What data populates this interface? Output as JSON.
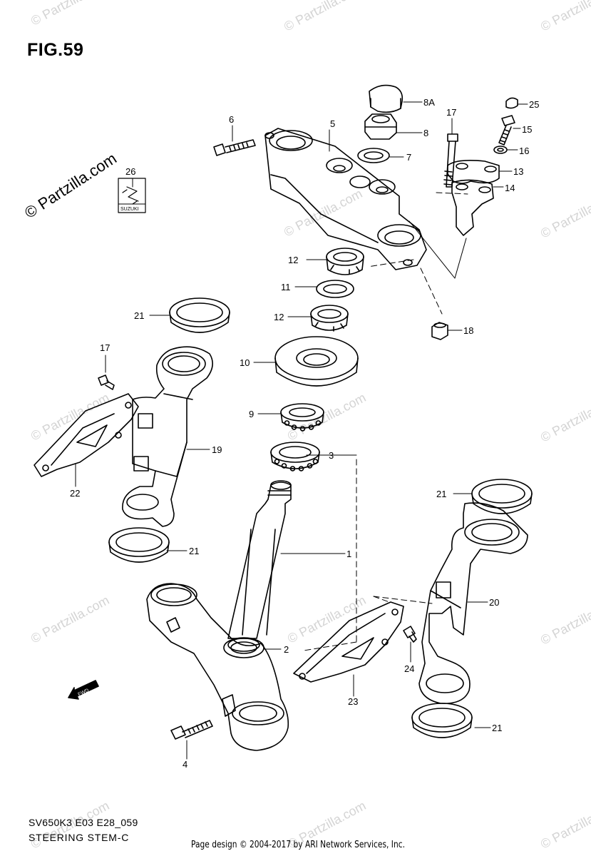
{
  "figure": {
    "title": "FIG.59",
    "model_code": "SV650K3 E03 E28_059",
    "section_name": "STEERING STEM-C"
  },
  "footer": {
    "text": "Page design © 2004-2017 by ARI Network Services, Inc."
  },
  "watermark": {
    "rotated_text": "© Partzilla.com",
    "tile_text": "© Partzilla.com"
  },
  "emblem": {
    "text": "SUZUKI"
  },
  "fwd_arrow": {
    "text": "FWD"
  },
  "callouts": {
    "c1": "1",
    "c2": "2",
    "c3": "3",
    "c4": "4",
    "c5": "5",
    "c6": "6",
    "c7": "7",
    "c8": "8",
    "c8A": "8A",
    "c9": "9",
    "c10": "10",
    "c11": "11",
    "c12a": "12",
    "c12b": "12",
    "c13": "13",
    "c14": "14",
    "c15": "15",
    "c16": "16",
    "c17a": "17",
    "c17b": "17",
    "c18": "18",
    "c19": "19",
    "c20": "20",
    "c21a": "21",
    "c21b": "21",
    "c21c": "21",
    "c21d": "21",
    "c22": "22",
    "c23": "23",
    "c24": "24",
    "c25": "25",
    "c26": "26"
  }
}
